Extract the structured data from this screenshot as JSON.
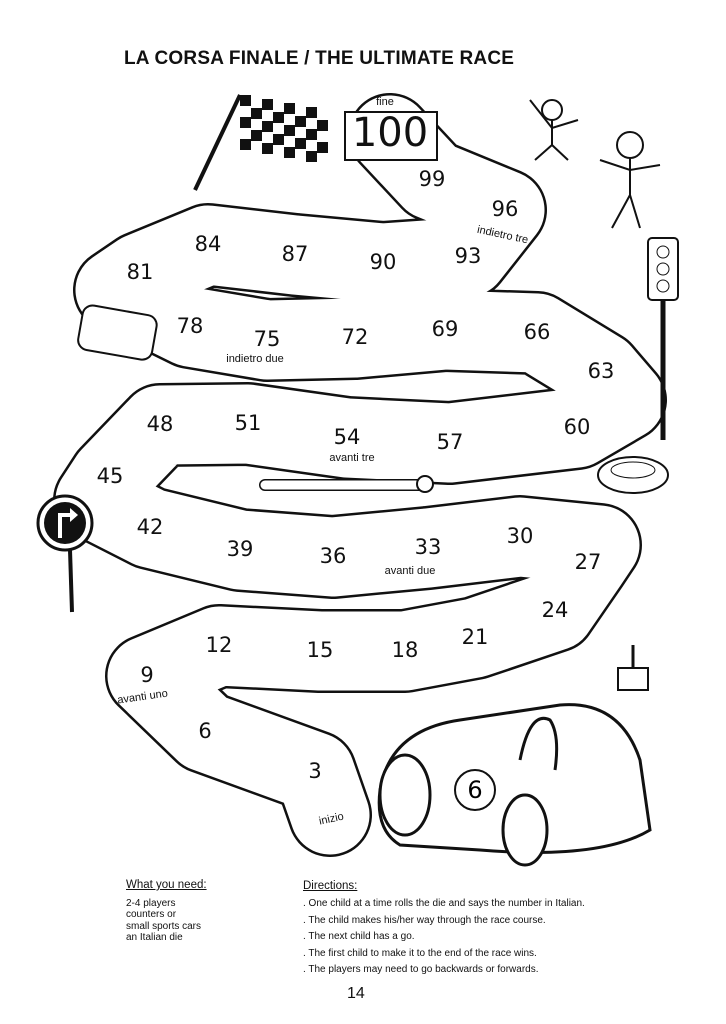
{
  "title": "LA CORSA FINALE / THE ULTIMATE RACE",
  "squares": [
    "3",
    "6",
    "9",
    "12",
    "15",
    "18",
    "21",
    "24",
    "27",
    "30",
    "33",
    "36",
    "39",
    "42",
    "45",
    "48",
    "51",
    "54",
    "57",
    "60",
    "63",
    "66",
    "69",
    "72",
    "75",
    "78",
    "81",
    "84",
    "87",
    "90",
    "93",
    "96",
    "99",
    "100"
  ],
  "notes": {
    "start": "inizio",
    "finish": "fine",
    "forward_one": "avanti uno",
    "forward_two": "avanti due",
    "forward_three": "avanti tre",
    "back_two": "indietro due",
    "back_three": "indietro tre"
  },
  "need": {
    "heading": "What you need:",
    "items": [
      "2-4 players",
      "counters or",
      "small sports cars",
      "an Italian die"
    ]
  },
  "directions": {
    "heading": "Directions:",
    "items": [
      ". One child at a time rolls the die and says the number in Italian.",
      ". The child makes his/her way through the race course.",
      ". The next child has a go.",
      ". The first child to make it to the end of the race wins.",
      ". The players may need to go backwards or forwards."
    ]
  },
  "page_number": "14"
}
